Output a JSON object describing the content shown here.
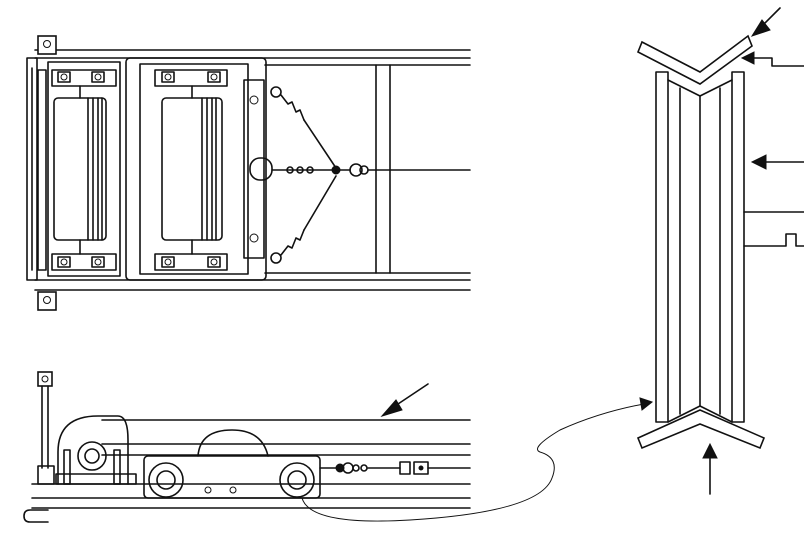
{
  "figure": {
    "views": [
      "top-view",
      "side-view",
      "section-detail"
    ],
    "colors": {
      "ink": "#111111",
      "paper": "#ffffff"
    }
  }
}
